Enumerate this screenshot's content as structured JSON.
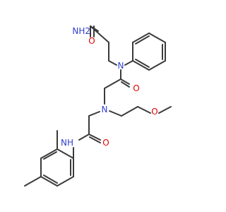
{
  "molecule": {
    "atoms": {
      "amide_nh2": {
        "text": "NH2",
        "color": "#2f3fd0"
      },
      "amide_o_top": {
        "text": "O",
        "color": "#e00000"
      },
      "n_phenyl": {
        "text": "N",
        "color": "#2f3fd0"
      },
      "o_mid": {
        "text": "O",
        "color": "#e00000"
      },
      "n_center": {
        "text": "N",
        "color": "#2f3fd0"
      },
      "o_methoxy": {
        "text": "O",
        "color": "#e00000"
      },
      "nh_aryl": {
        "text": "NH",
        "color": "#2f3fd0"
      },
      "o_lower": {
        "text": "O",
        "color": "#e00000"
      }
    },
    "bond_color": "#3a3a3a"
  }
}
